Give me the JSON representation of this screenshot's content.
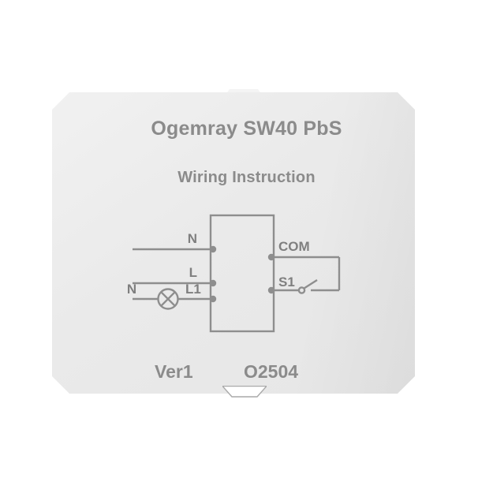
{
  "device": {
    "face_color": "#eaeaea",
    "background_color": "#ffffff",
    "ink_color": "#8b8b8b"
  },
  "label": {
    "title": "Ogemray SW40 PbS",
    "subtitle": "Wiring Instruction",
    "version": "Ver1",
    "code": "O2504"
  },
  "diagram": {
    "type": "wiring-schematic",
    "module_terminals_left": [
      "N",
      "L",
      "L1"
    ],
    "module_terminals_right": [
      "COM",
      "S1"
    ],
    "lamp_supply_label": "N",
    "lamp_feed_label": "L1",
    "labels": {
      "n_in": "N",
      "l_in": "L",
      "n_lamp": "N",
      "l1": "L1",
      "com": "COM",
      "s1": "S1"
    },
    "components": {
      "lamp_symbol": "crossed-circle-lamp",
      "switch_symbol": "open-single-pole-switch"
    }
  }
}
